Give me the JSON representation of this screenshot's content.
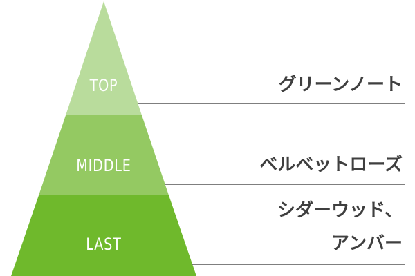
{
  "levels": [
    {
      "label": "TOP",
      "notes": [
        "グリーンノート"
      ],
      "color": "#b9dc9c"
    },
    {
      "label": "MIDDLE",
      "notes": [
        "ベルベットローズ"
      ],
      "color": "#94c962"
    },
    {
      "label": "LAST",
      "notes": [
        "シダーウッド、",
        "アンバー"
      ],
      "color": "#6fb92c"
    }
  ],
  "line_color": "#555555"
}
